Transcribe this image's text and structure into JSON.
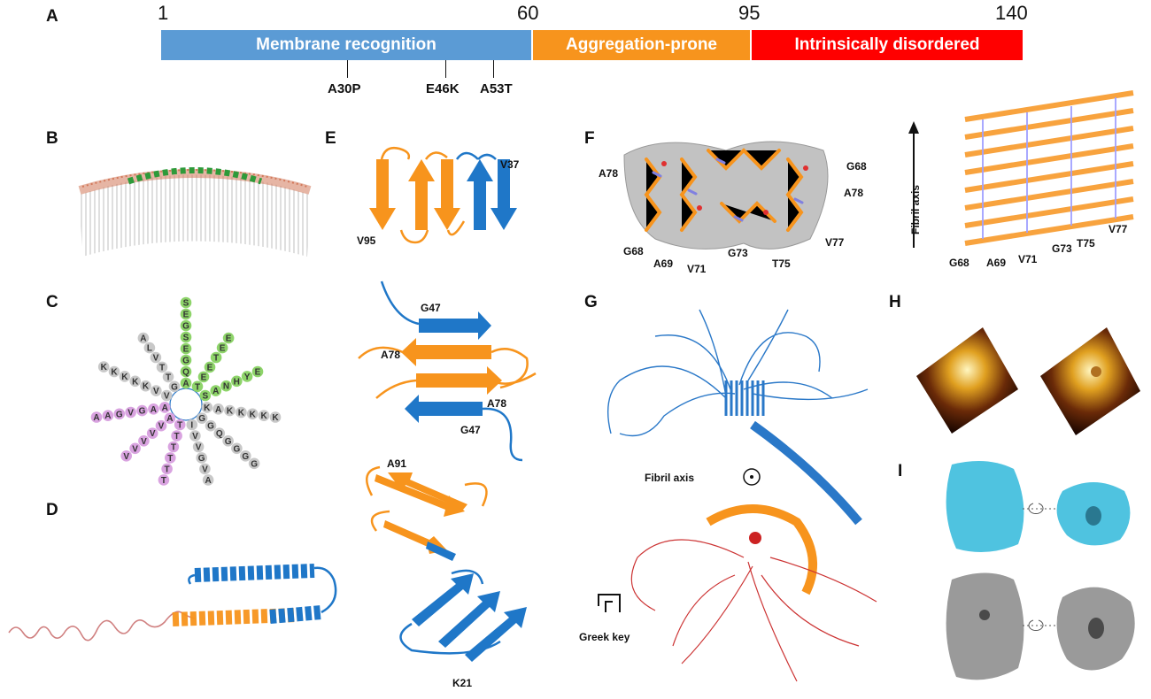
{
  "panel_letters": {
    "a": "A",
    "b": "B",
    "c": "C",
    "d": "D",
    "e": "E",
    "f": "F",
    "g": "G",
    "h": "H",
    "i": "I"
  },
  "domain_bar": {
    "positions": [
      "1",
      "60",
      "95",
      "140"
    ],
    "segments": [
      {
        "label": "Membrane recognition",
        "color": "#5b9bd5"
      },
      {
        "label": "Aggregation-prone",
        "color": "#f7941d"
      },
      {
        "label": "Intrinsically disordered",
        "color": "#ff0000"
      }
    ],
    "mutations": [
      "A30P",
      "E46K",
      "A53T"
    ]
  },
  "panel_e": {
    "top_labels": [
      "V37",
      "V95"
    ],
    "middle_labels": [
      "G47",
      "A78",
      "A78",
      "G47"
    ],
    "bottom_labels": [
      "A91",
      "K21"
    ]
  },
  "panel_f": {
    "cross_section_labels": [
      "A78",
      "G68",
      "A78",
      "G68",
      "A69",
      "V71",
      "G73",
      "T75",
      "V77"
    ],
    "fibril_axis": "Fibril axis",
    "stack_labels": [
      "G68",
      "A69",
      "V71",
      "G73",
      "T75",
      "V77"
    ]
  },
  "panel_g": {
    "fibril_axis": "Fibril axis",
    "greek_key": "Greek key"
  },
  "helical_wheel": {
    "spokes": [
      "AQGESGES",
      "TEETEE",
      "SANHYE",
      "KAKKKKK",
      "GGQGGGG",
      "IVVGVA",
      "TTTTTT",
      "AVVVVV",
      "AAGVGAA",
      "VVKKKKK",
      "GTTVLA"
    ],
    "colors": {
      "green": "#8ed46a",
      "gray": "#c8c8c8",
      "purple": "#d9a3e0"
    }
  },
  "colors": {
    "blue": "#1f77c8",
    "orange": "#f7941d",
    "red": "#d03030",
    "cyan": "#4fc3e0"
  }
}
